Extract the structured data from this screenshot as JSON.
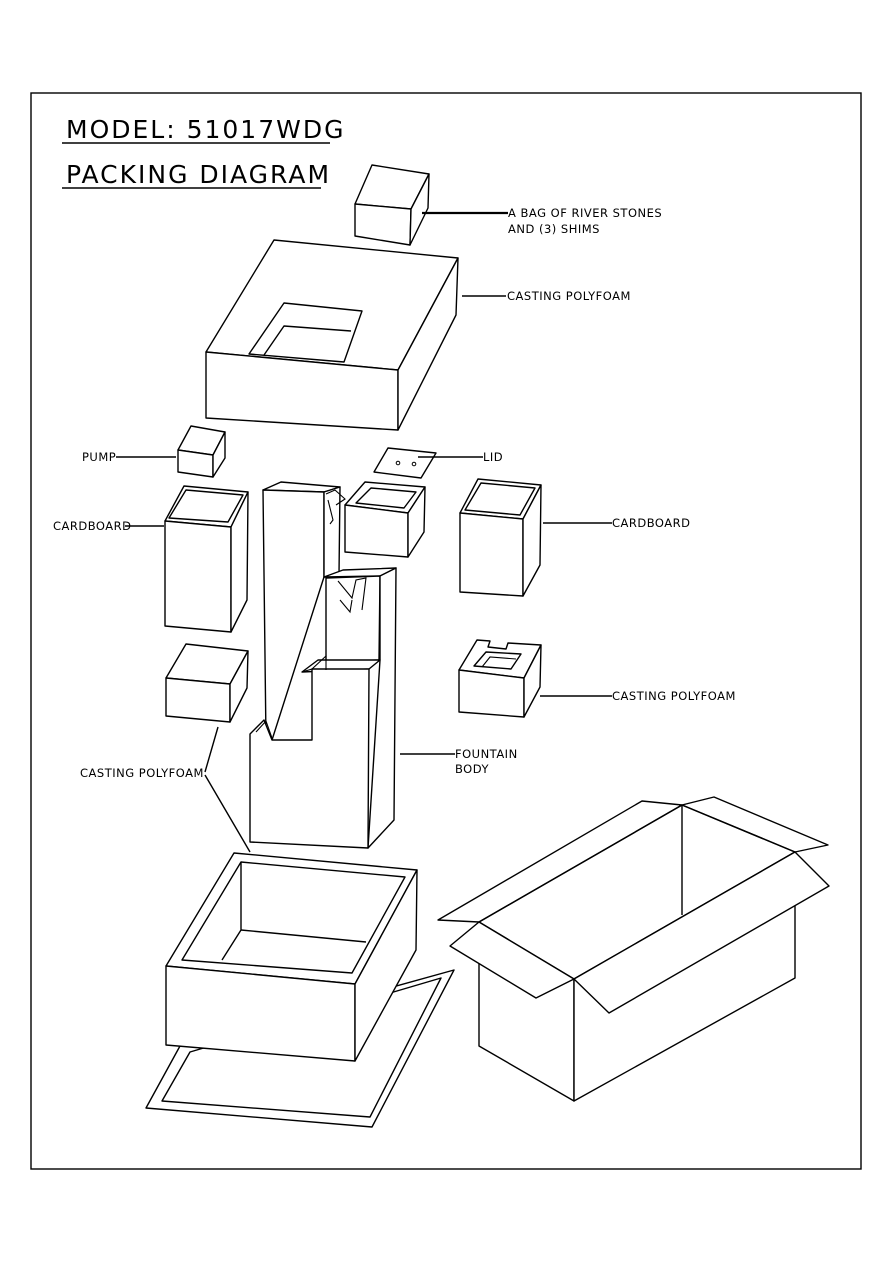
{
  "title": {
    "model": "MODEL:  51017WDG",
    "subtitle": "PACKING  DIAGRAM"
  },
  "labels": {
    "stones_line1": "A  BAG  OF  RIVER  STONES",
    "stones_line2": "AND  (3)  SHIMS",
    "casting_top": "CASTING  POLYFOAM",
    "pump": "PUMP",
    "lid": "LID",
    "cardboard_left": "CARDBOARD",
    "cardboard_right": "CARDBOARD",
    "casting_right": "CASTING  POLYFOAM",
    "fountain_line1": "FOUNTAIN",
    "fountain_line2": "BODY",
    "casting_left": "CASTING  POLYFOAM"
  }
}
